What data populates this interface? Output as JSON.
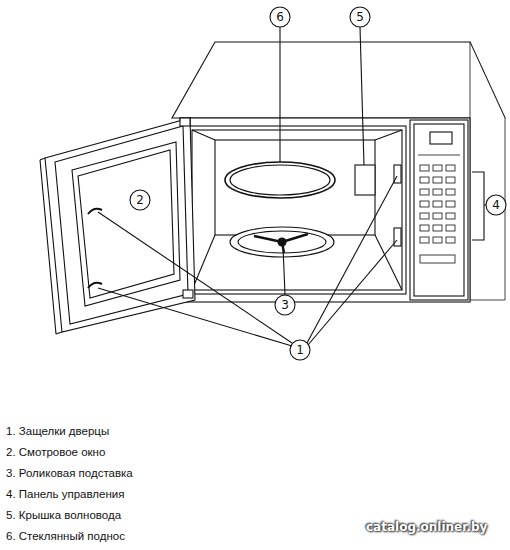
{
  "diagram": {
    "labels": [
      "6",
      "5",
      "2",
      "4",
      "3",
      "1",
      "1. Защелки дверцы",
      "2. Смотровое окно",
      "3. Роликовая подставка",
      "4. Панель управления",
      "5. Крышка волновода",
      "6. Стеклянный поднос",
      "catalog.onliner.by"
    ]
  }
}
